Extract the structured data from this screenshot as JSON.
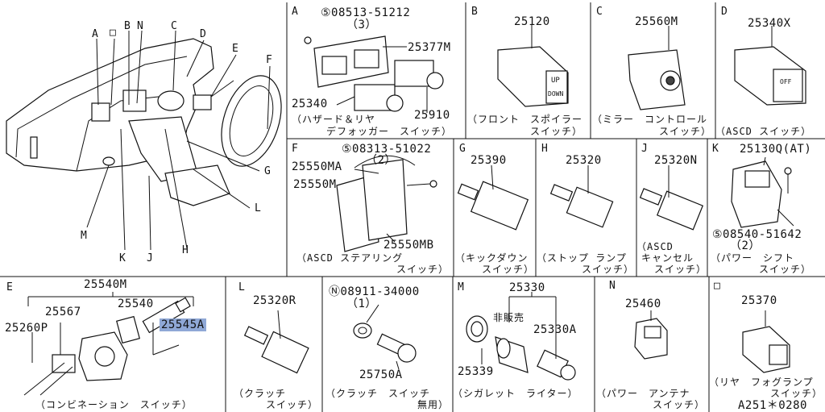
{
  "overview": {
    "callouts": [
      "A",
      "□",
      "B",
      "N",
      "C",
      "D",
      "E",
      "F",
      "G",
      "H",
      "J",
      "K",
      "L",
      "M"
    ]
  },
  "sections": {
    "A": {
      "letter": "A",
      "parts": [
        "⑤08513-51212",
        "（3）",
        "25377M",
        "25340",
        "25910"
      ],
      "caption": [
        "（ハザード＆リヤ",
        "デフォッガー　スイッチ）"
      ]
    },
    "B": {
      "letter": "B",
      "parts": [
        "25120"
      ],
      "caption": [
        "（フロント　スポイラー",
        "スイッチ）"
      ]
    },
    "C": {
      "letter": "C",
      "parts": [
        "25560M"
      ],
      "caption": [
        "（ミラー　コントロール",
        "スイッチ）"
      ]
    },
    "D": {
      "letter": "D",
      "parts": [
        "25340X"
      ],
      "caption": [
        "（ASCD スイッチ）"
      ]
    },
    "F": {
      "letter": "F",
      "parts": [
        "⑤08313-51022",
        "（2）",
        "25550MA",
        "25550M",
        "25550MB"
      ],
      "caption": [
        "（ASCD ステアリング",
        "スイッチ）"
      ]
    },
    "G": {
      "letter": "G",
      "parts": [
        "25390"
      ],
      "caption": [
        "（キックダウン",
        "スイッチ）"
      ]
    },
    "H": {
      "letter": "H",
      "parts": [
        "25320"
      ],
      "caption": [
        "（ストップ ランプ",
        "スイッチ）"
      ]
    },
    "J": {
      "letter": "J",
      "parts": [
        "25320N"
      ],
      "caption": [
        "（ASCD",
        "キャンセル",
        "スイッチ）"
      ]
    },
    "K": {
      "letter": "K",
      "parts": [
        "25130Q(AT)",
        "⑤08540-51642",
        "（2）"
      ],
      "caption": [
        "（パワー　シフト",
        "スイッチ）"
      ]
    },
    "E": {
      "letter": "E",
      "parts": [
        "25540M",
        "25567",
        "25540",
        "25260P",
        "25545A"
      ],
      "caption": [
        "（コンビネーション　スイッチ）"
      ]
    },
    "L": {
      "letter": "L",
      "parts": [
        "25320R"
      ],
      "caption": [
        "（クラッチ",
        "スイッチ）"
      ]
    },
    "N2": {
      "parts": [
        "Ⓝ08911-34000",
        "（1）",
        "25750A"
      ],
      "caption": [
        "（クラッチ　スイッチ",
        "無用）"
      ]
    },
    "M": {
      "letter": "M",
      "parts": [
        "25330",
        "非販売",
        "25330A",
        "25339"
      ],
      "caption": [
        "（シガレット　ライター）"
      ]
    },
    "N": {
      "letter": "N",
      "parts": [
        "25460"
      ],
      "caption": [
        "（パワー　アンテナ",
        "スイッチ）"
      ]
    },
    "SQ": {
      "letter": "□",
      "parts": [
        "25370"
      ],
      "caption": [
        "（リヤ　フォグランプ",
        "スイッチ）"
      ]
    }
  },
  "footer_code": "A251＊0280",
  "button_labels": {
    "up": "UP",
    "down": "DOWN",
    "off": "OFF"
  }
}
